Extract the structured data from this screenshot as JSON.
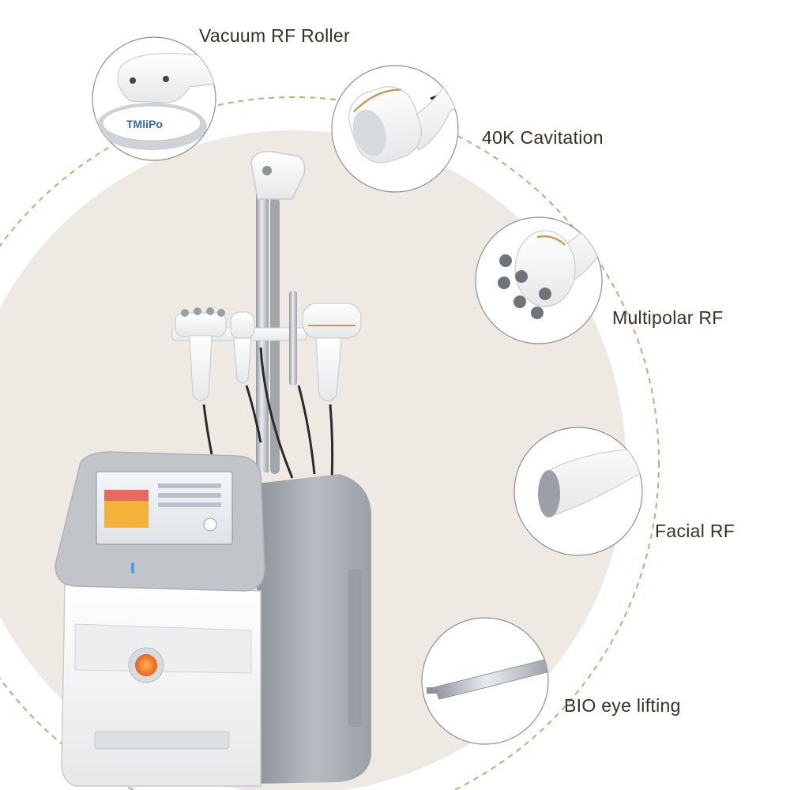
{
  "labels": {
    "vacuum_rf_roller": "Vacuum RF Roller",
    "cavitation_40k": "40K Cavitation",
    "multipolar_rf": "Multipolar RF",
    "facial_rf": "Facial RF",
    "bio_eye_lifting": "BIO eye lifting"
  },
  "logo_text": "TMliPo",
  "colors": {
    "background": "#ffffff",
    "backdrop_circle": "#efe9e3",
    "dashed_ring": "#c9a876",
    "accent_gold": "#c89a5e",
    "device_white": "#f7f7f7",
    "device_gray": "#a9adb3"
  }
}
